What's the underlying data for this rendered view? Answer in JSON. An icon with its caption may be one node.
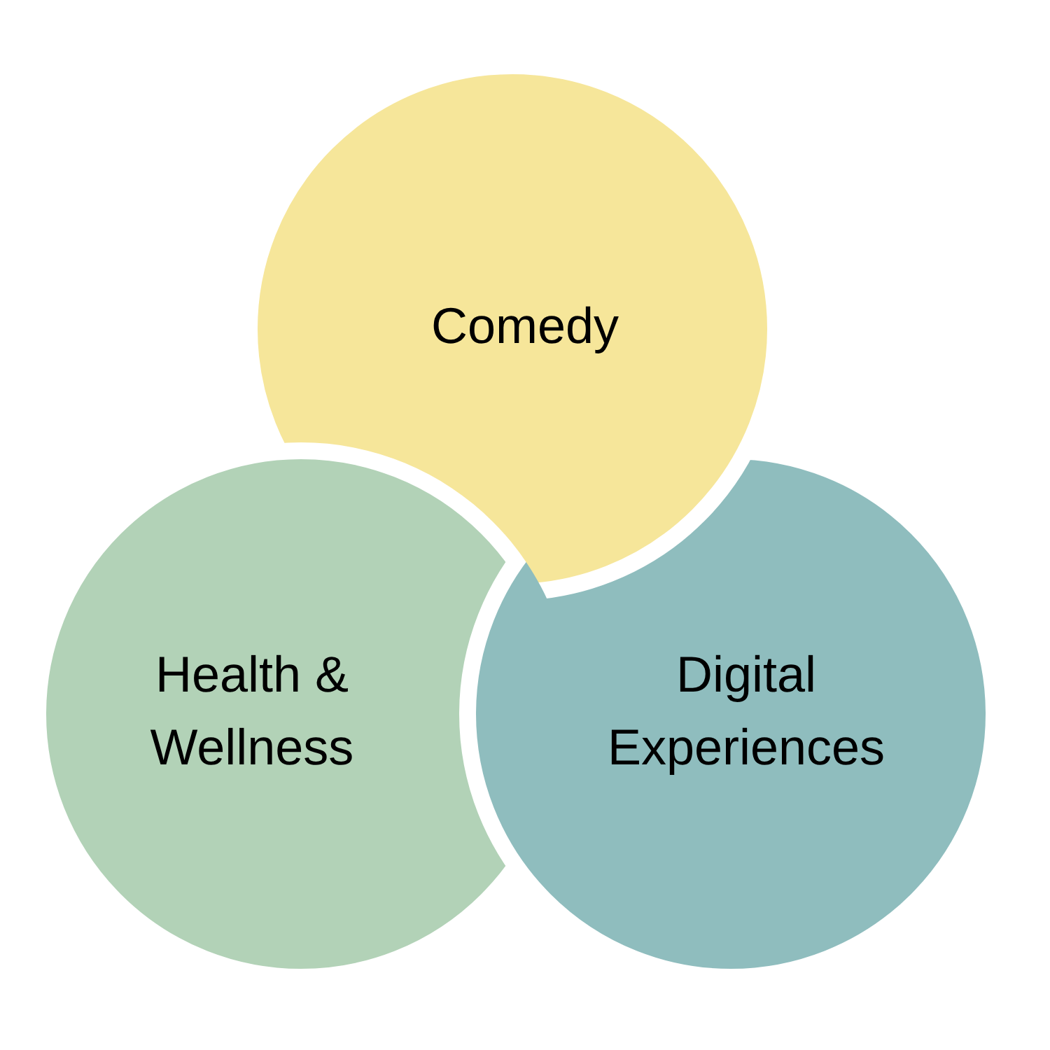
{
  "diagram": {
    "nodes": [
      {
        "text": [
          "Comedy"
        ]
      },
      {
        "text": [
          "Health & Wellness"
        ]
      },
      {
        "text": [
          "Digital Experiences"
        ]
      }
    ]
  }
}
